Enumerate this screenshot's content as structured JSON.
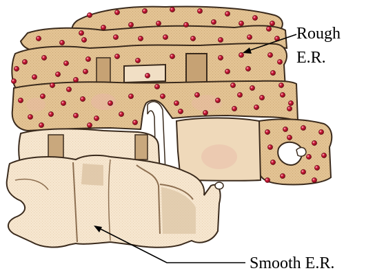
{
  "labels": {
    "rough_line1": "Rough",
    "rough_line2": "E.R.",
    "smooth": "Smooth E.R."
  },
  "colors": {
    "background": "#ffffff",
    "rough_membrane": "#e2c08f",
    "rough_membrane_dark": "#b99464",
    "membrane_outline": "#3a2a1c",
    "smooth_membrane": "#f4e2c8",
    "smooth_membrane_shade": "#dcc3a2",
    "ribosome": "#c8102e",
    "ribosome_highlight": "#f7c2cc",
    "leader_line": "#000000"
  }
}
